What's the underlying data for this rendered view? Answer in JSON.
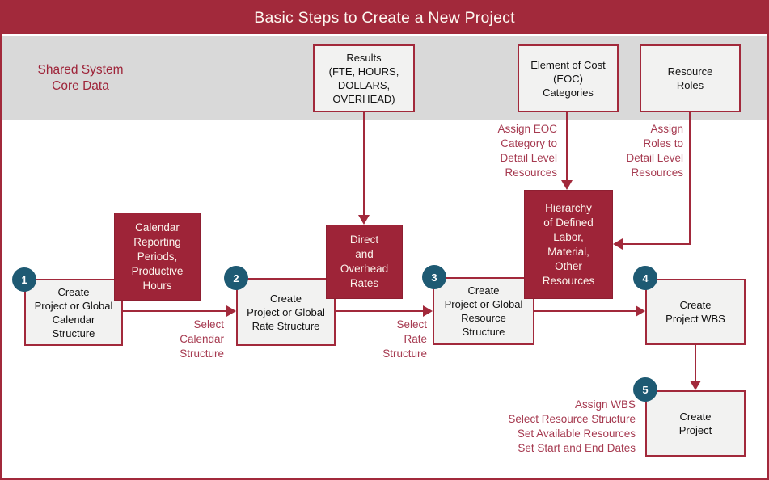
{
  "title": "Basic Steps to Create a New Project",
  "band": {
    "label": "Shared System\nCore Data"
  },
  "top_boxes": {
    "results": "Results\n(FTE, HOURS,\nDOLLARS,\nOVERHEAD)",
    "eoc": "Element of Cost\n(EOC)\nCategories",
    "roles": "Resource\nRoles"
  },
  "dark_boxes": {
    "calendar": "Calendar\nReporting\nPeriods,\nProductive\nHours",
    "rates": "Direct\nand\nOverhead\nRates",
    "hierarchy": "Hierarchy\nof Defined\nLabor,\nMaterial,\nOther\nResources"
  },
  "steps": [
    {
      "num": "1",
      "label": "Create\nProject or Global\nCalendar\nStructure"
    },
    {
      "num": "2",
      "label": "Create\nProject or Global\nRate Structure"
    },
    {
      "num": "3",
      "label": "Create\nProject or Global\nResource\nStructure"
    },
    {
      "num": "4",
      "label": "Create\nProject WBS"
    },
    {
      "num": "5",
      "label": "Create\nProject"
    }
  ],
  "annotations": {
    "select_calendar": "Select\nCalendar\nStructure",
    "select_rate": "Select\nRate\nStructure",
    "assign_eoc": "Assign EOC\nCategory to\nDetail Level\nResources",
    "assign_roles": "Assign\nRoles to\nDetail Level\nResources",
    "assign_wbs": "Assign WBS\nSelect Resource Structure\nSet Available Resources\nSet Start and End Dates"
  },
  "colors": {
    "maroon": "#A2293B",
    "dark_box_fill": "#9E2438",
    "step_badge_teal": "#1E5A73",
    "band_gray": "#D9D9D9",
    "light_box_fill": "#F2F2F1",
    "annotation_red": "#A63A50",
    "title_text": "#FDF8F1"
  }
}
